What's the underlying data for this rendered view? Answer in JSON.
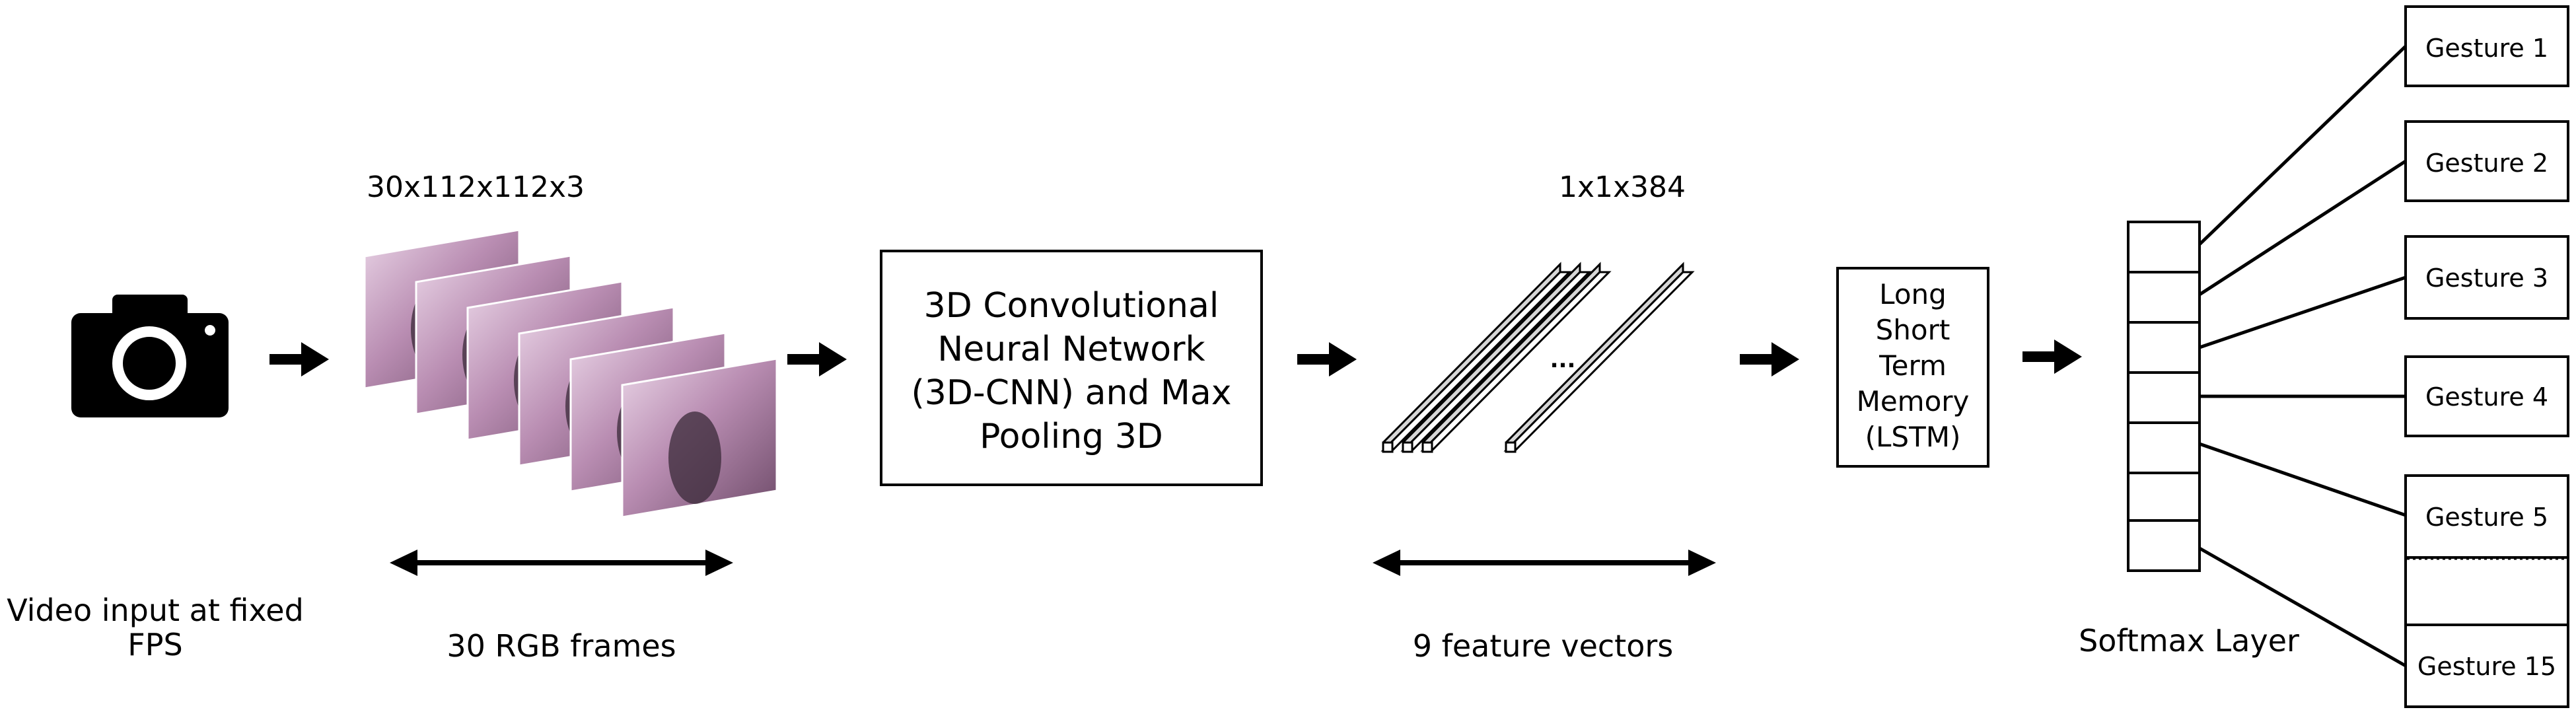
{
  "input": {
    "label_line1": "Video input at fixed",
    "label_line2": "FPS"
  },
  "frames": {
    "shape": "30x112x112x3",
    "caption": "30 RGB frames",
    "count_drawn": 6
  },
  "cnn": {
    "line1": "3D Convolutional",
    "line2": "Neural Network",
    "line3": "(3D-CNN) and Max",
    "line4": "Pooling 3D"
  },
  "features": {
    "shape": "1x1x384",
    "dots": "...",
    "caption": "9 feature vectors"
  },
  "lstm": {
    "line1": "Long",
    "line2": "Short",
    "line3": "Term",
    "line4": "Memory",
    "line5": "(LSTM)"
  },
  "softmax": {
    "caption": "Softmax Layer"
  },
  "gestures": [
    "Gesture 1",
    "Gesture 2",
    "Gesture 3",
    "Gesture 4",
    "Gesture 5",
    "Gesture 15"
  ],
  "colors": {
    "ink": "#000000",
    "frame_tint": "#c8a0c0",
    "frame_shadow": "#3a2a38"
  }
}
